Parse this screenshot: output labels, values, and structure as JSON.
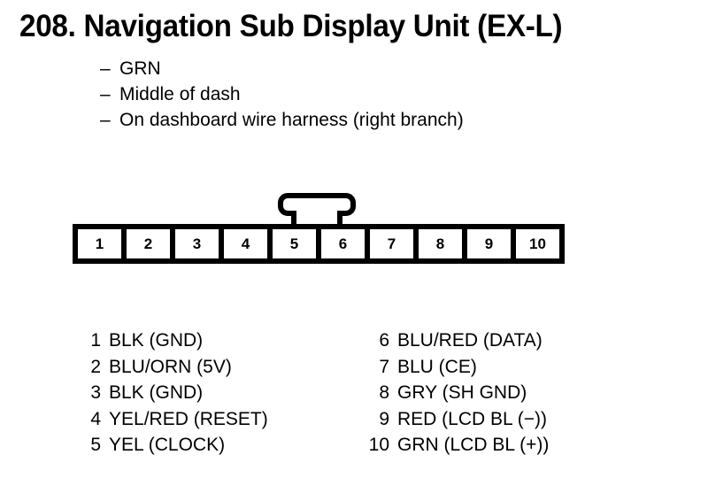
{
  "title": "208. Navigation Sub Display Unit (EX-L)",
  "notes": {
    "dash": "–",
    "items": [
      "GRN",
      "Middle of dash",
      "On dashboard wire harness (right branch)"
    ]
  },
  "connector": {
    "pin_numbers": [
      "1",
      "2",
      "3",
      "4",
      "5",
      "6",
      "7",
      "8",
      "9",
      "10"
    ]
  },
  "legend": {
    "left": [
      {
        "num": "1",
        "desc": "BLK (GND)"
      },
      {
        "num": "2",
        "desc": "BLU/ORN (5V)"
      },
      {
        "num": "3",
        "desc": "BLK (GND)"
      },
      {
        "num": "4",
        "desc": "YEL/RED (RESET)"
      },
      {
        "num": "5",
        "desc": "YEL (CLOCK)"
      }
    ],
    "right": [
      {
        "num": "6",
        "desc": "BLU/RED (DATA)"
      },
      {
        "num": "7",
        "desc": "BLU (CE)"
      },
      {
        "num": "8",
        "desc": "GRY (SH GND)"
      },
      {
        "num": "9",
        "desc": "RED (LCD BL (−))"
      },
      {
        "num": "10",
        "desc": "GRN (LCD BL (+))"
      }
    ]
  },
  "colors": {
    "ink": "#000000",
    "paper": "#ffffff"
  }
}
